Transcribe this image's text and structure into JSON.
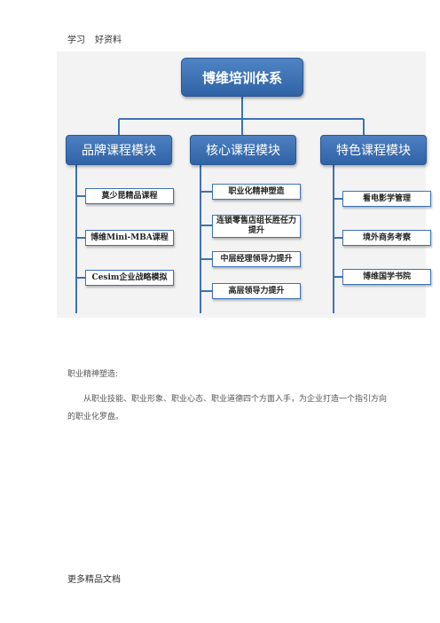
{
  "header": {
    "left": "学习",
    "right": "好资料"
  },
  "diagram": {
    "root": "博维培训体系",
    "modules": [
      {
        "title": "品牌课程模块",
        "items": [
          "莫少昆精品课程",
          "博维Mini-MBA课程",
          "Cesim企业战略模拟"
        ]
      },
      {
        "title": "核心课程模块",
        "items": [
          "职业化精神塑造",
          "连锁零售店组长胜任力提升",
          "中层经理领导力提升",
          "高层领导力提升"
        ]
      },
      {
        "title": "特色课程模块",
        "items": [
          "看电影学管理",
          "境外商务考察",
          "博维国学书院"
        ]
      }
    ]
  },
  "content": {
    "section_title": "职业精神塑造:",
    "paragraph": "从职业技能、职业形象、职业心态、职业道德四个方面入手，为企业打造一个指引方向的职业化罗盘。"
  },
  "footer": {
    "text": "更多精品文档"
  }
}
